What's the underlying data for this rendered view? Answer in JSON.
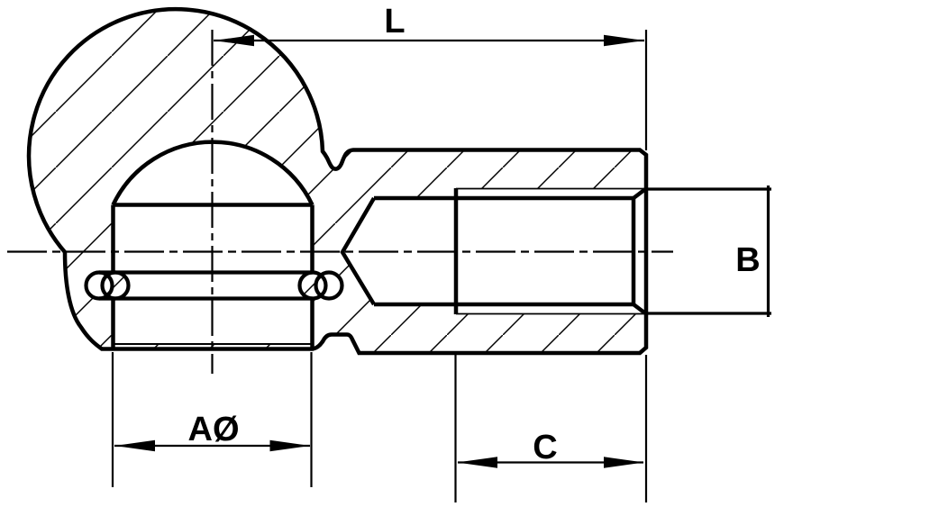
{
  "drawing": {
    "kind": "technical-section-drawing",
    "subject": "ball-socket-end-fitting-cross-section",
    "background_color": "#ffffff",
    "line_color": "#000000",
    "dimensions": {
      "overall_length": {
        "label": "L"
      },
      "thread_diameter": {
        "label": "B"
      },
      "socket_opening_diameter": {
        "label": "AØ"
      },
      "thread_depth": {
        "label": "C"
      }
    }
  }
}
